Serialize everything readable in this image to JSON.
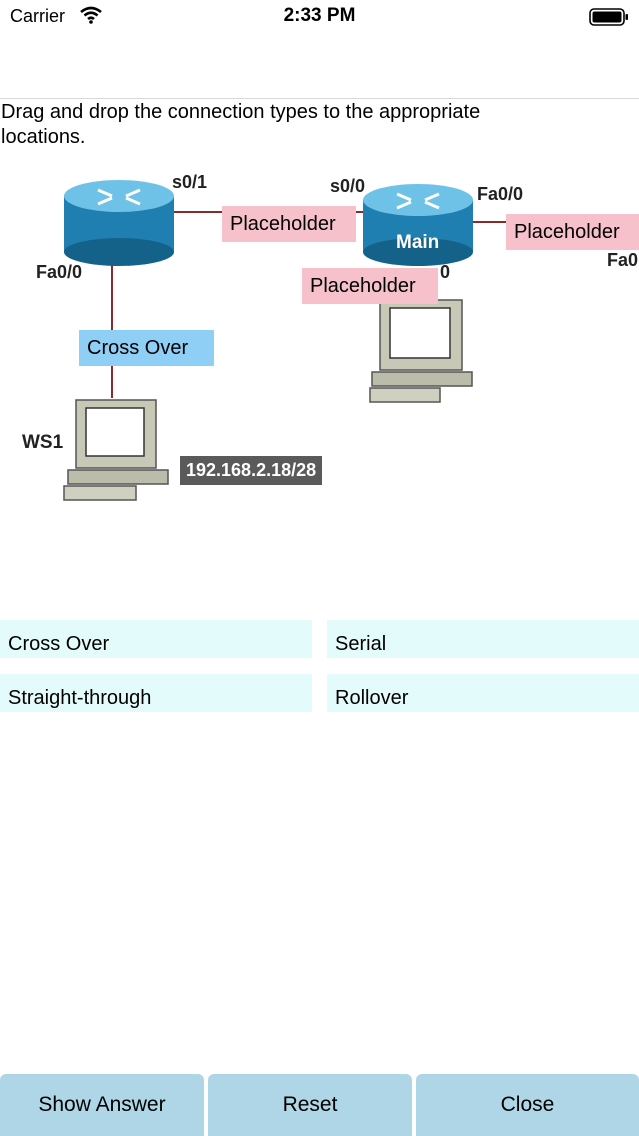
{
  "status_bar": {
    "carrier": "Carrier",
    "time": "2:33 PM"
  },
  "instruction": "Drag and drop the connection types to the appropriate locations.",
  "diagram": {
    "ports": {
      "r1_s01": "s0/1",
      "r1_fa00": "Fa0/0",
      "main_s00": "s0/0",
      "main_fa00": "Fa0/0",
      "main_fa_cut": "Fa0",
      "main_port_cut": "0"
    },
    "router_label": "Main",
    "host_label": "WS1",
    "ip_label": "192.168.2.18/28",
    "drop_targets": [
      "Placeholder",
      "Placeholder",
      "Placeholder",
      "Cross Over"
    ]
  },
  "options": [
    "Cross Over",
    "Serial",
    "Straight-through",
    "Rollover"
  ],
  "buttons": {
    "show_answer": "Show Answer",
    "reset": "Reset",
    "close": "Close"
  },
  "colors": {
    "placeholder": "#f6c1cb",
    "placed": "#8fcef5",
    "option_bg": "#e4fbfb",
    "button_bg": "#aed6e6",
    "router": "#2a8fbf",
    "link": "#8a2a2a"
  }
}
